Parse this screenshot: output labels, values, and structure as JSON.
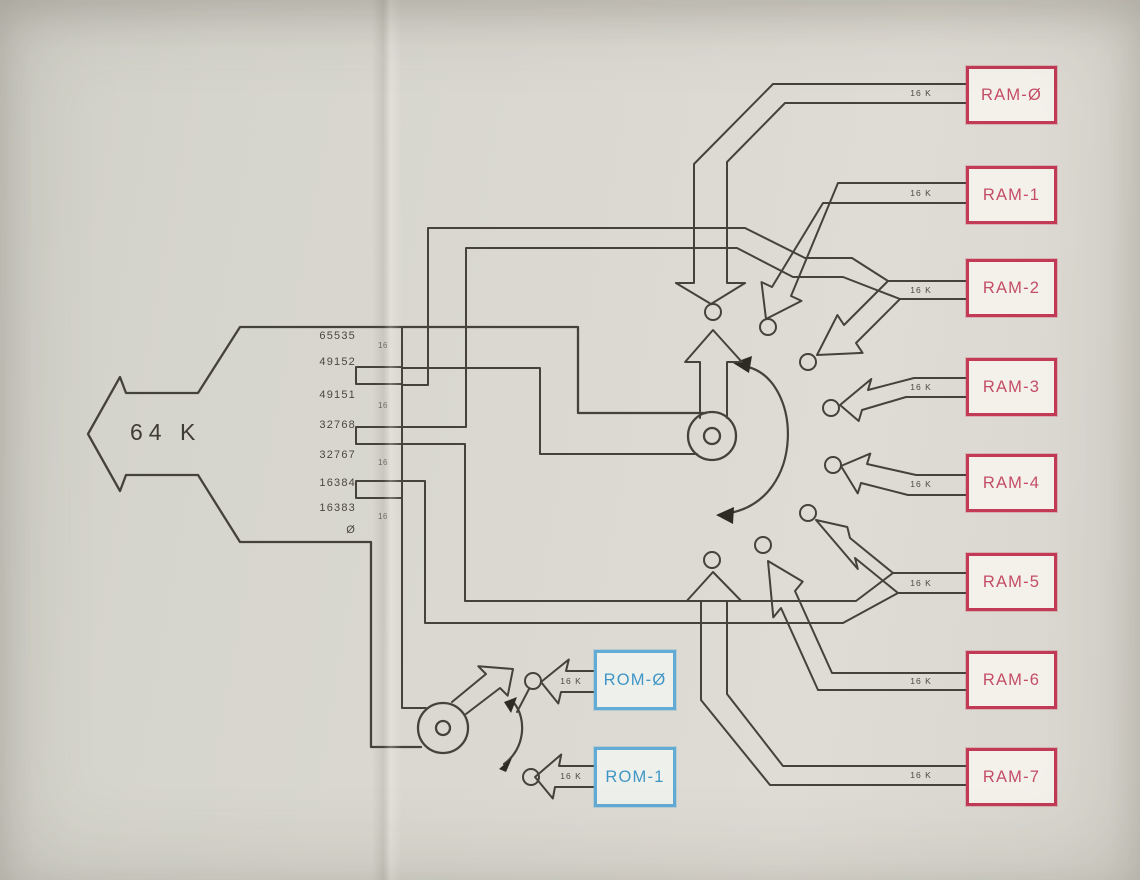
{
  "diagram": {
    "address_space": {
      "label": "64 K",
      "boundaries": [
        "65535",
        "49152",
        "49151",
        "32768",
        "32767",
        "16384",
        "16383",
        "Ø"
      ],
      "block_ticks": [
        "16",
        "16",
        "16",
        "16"
      ]
    },
    "ram": {
      "accent_color": "#c23a56",
      "banks": [
        {
          "label": "RAM-Ø",
          "bus": "16 K"
        },
        {
          "label": "RAM-1",
          "bus": "16 K"
        },
        {
          "label": "RAM-2",
          "bus": "16 K"
        },
        {
          "label": "RAM-3",
          "bus": "16 K"
        },
        {
          "label": "RAM-4",
          "bus": "16 K"
        },
        {
          "label": "RAM-5",
          "bus": "16 K"
        },
        {
          "label": "RAM-6",
          "bus": "16 K"
        },
        {
          "label": "RAM-7",
          "bus": "16 K"
        }
      ]
    },
    "rom": {
      "accent_color": "#62abd4",
      "banks": [
        {
          "label": "ROM-Ø",
          "bus": "16 K"
        },
        {
          "label": "ROM-1",
          "bus": "16 K"
        }
      ]
    },
    "colors": {
      "paper": "#d7d5cd",
      "ink": "#45423a"
    }
  }
}
